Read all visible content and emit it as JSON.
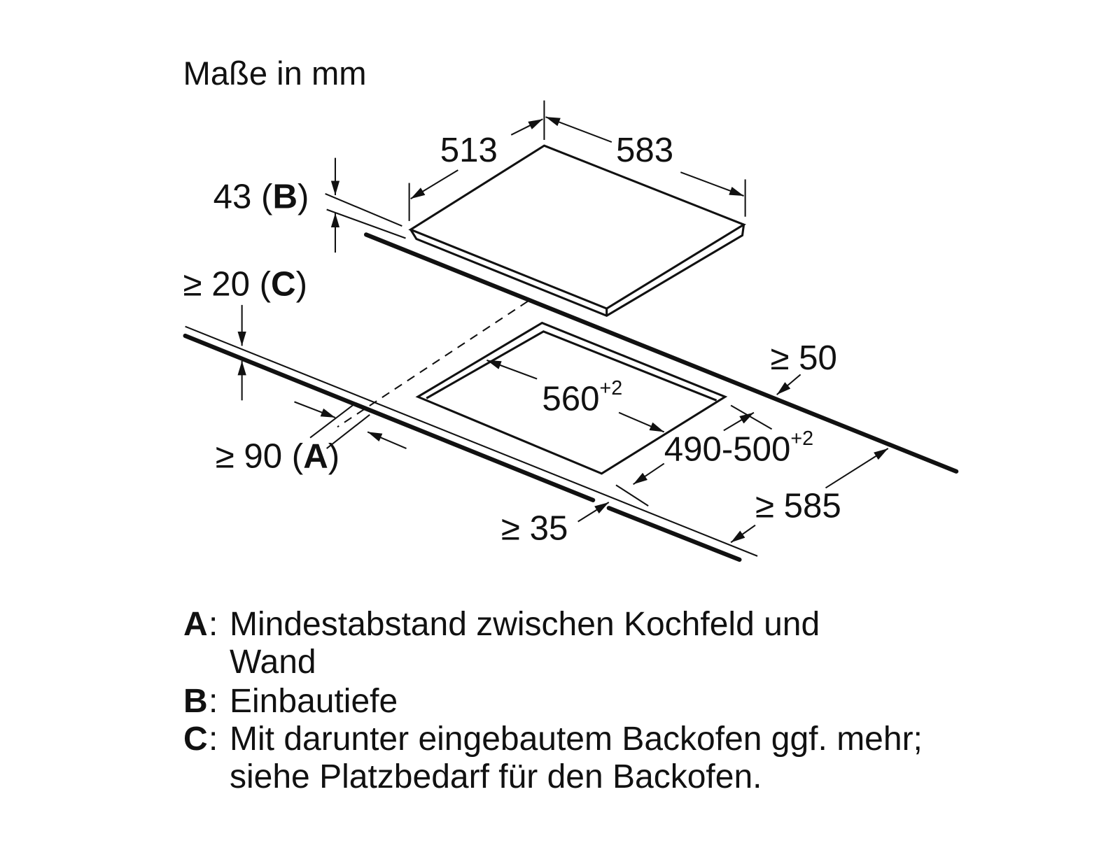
{
  "title": "Maße in mm",
  "dimensions": {
    "width_top": "513",
    "depth_top": "583",
    "height_b": "43",
    "b_letter": "B",
    "min_c": "≥ 20",
    "c_letter": "C",
    "cutout_width": "560",
    "cutout_width_tol": "+2",
    "cutout_depth": "490-500",
    "cutout_depth_tol": "+2",
    "min_back": "≥ 50",
    "min_a": "≥ 90",
    "a_letter": "A",
    "min_front": "≥ 35",
    "min_depth": "≥ 585"
  },
  "legend": [
    {
      "key": "A",
      "text": "Mindestabstand zwischen Kochfeld und Wand"
    },
    {
      "key": "B",
      "text": "Einbautiefe"
    },
    {
      "key": "C",
      "text": "Mit darunter eingebautem Backofen ggf. mehr; siehe Platzbedarf für den Backofen."
    }
  ]
}
